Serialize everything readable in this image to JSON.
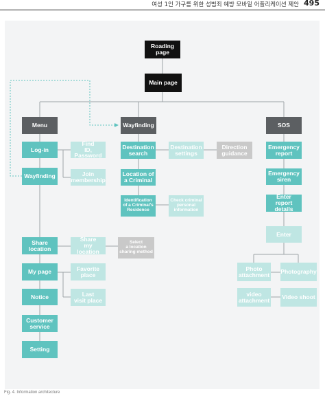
{
  "header": {
    "title": "여성 1인 가구를 위한 성범죄 예방 모바일 어플리케이션 제안",
    "page_number": "495"
  },
  "nodes": {
    "roading_page": "Roading\npage",
    "main_page": "Main page",
    "menu": "Menu",
    "wayfinding_header": "Wayfinding",
    "sos": "SOS",
    "login": "Log-in",
    "find_id_password": "Find\nID, Password",
    "join_membership": "Join\nmembership",
    "wayfinding_item": "Wayfinding",
    "destination_search": "Destination\nsearch",
    "destination_settings": "Destination\nsettings",
    "direction_guidance": "Direction\nguidance",
    "location_of_criminal": "Location of\na Criminal",
    "identification_residence": "Identification\nof a Criminal's\nResidence",
    "check_criminal_info": "Check criminal\npersonal\ninformation",
    "emergency_report": "Emergency\nreport",
    "emergency_siren": "Emergency\nsiren",
    "enter_report_details": "Enter\nreport details",
    "enter": "Enter",
    "photo_attachment": "Photo\nattachment",
    "photography": "Photography",
    "video_attachment": "video\nattachment",
    "video_shoot": "Video shoot",
    "share_location": "Share\nlocation",
    "share_my_location": "Share\nmy location",
    "select_sharing_method": "Select\na location\nsharing method",
    "my_page": "My page",
    "favorite_place": "Favorite\nplace",
    "last_visit_place": "Last\nvisit place",
    "notice": "Notice",
    "customer_service": "Customer\nservice",
    "setting": "Setting"
  },
  "footer": {
    "text": "Fig. 4. Information architecture"
  },
  "colors": {
    "black": "#111111",
    "category_gray": "#5c5f62",
    "teal": "#5fc3bf",
    "pale_teal": "#bfe6e3",
    "pale_gray": "#c9c9c9",
    "connector": "#9ea3a6",
    "dashed_link": "#5fc3bf",
    "panel": "#f3f4f5"
  }
}
